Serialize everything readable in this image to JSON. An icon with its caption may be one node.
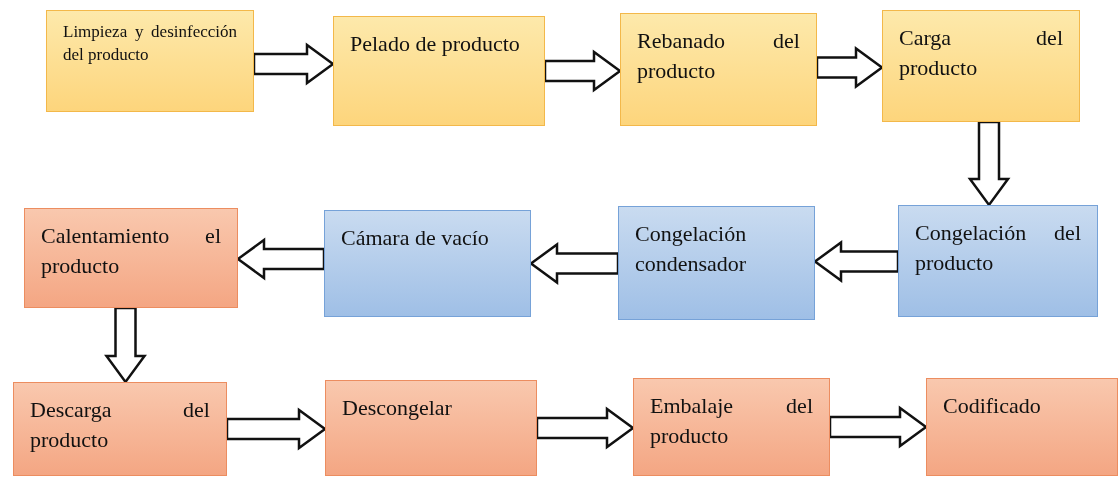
{
  "diagram": {
    "nodes": [
      {
        "text": [
          "Limpieza y desinfección del producto"
        ]
      },
      {
        "text": [
          "Pelado de producto"
        ]
      },
      {
        "text": [
          "Rebanado del producto"
        ]
      },
      {
        "text": [
          "Carga del producto"
        ]
      },
      {
        "text": [
          "Congelación del producto"
        ]
      },
      {
        "text": [
          "Congelación condensador"
        ]
      },
      {
        "text": [
          "Cámara de vacío"
        ]
      },
      {
        "text": [
          "Calentamiento el producto"
        ]
      },
      {
        "text": [
          "Descarga del producto"
        ]
      },
      {
        "text": [
          "Descongelar"
        ]
      },
      {
        "text": [
          "Embalaje del producto"
        ]
      },
      {
        "text": [
          "Codificado"
        ]
      }
    ],
    "edges": [
      {
        "from": 0,
        "to": 1,
        "arrow": "to"
      },
      {
        "from": 1,
        "to": 2,
        "arrow": "to"
      },
      {
        "from": 2,
        "to": 3,
        "arrow": "to"
      },
      {
        "from": 3,
        "to": 4,
        "arrow": "to"
      },
      {
        "from": 4,
        "to": 5,
        "arrow": "to"
      },
      {
        "from": 5,
        "to": 6,
        "arrow": "to"
      },
      {
        "from": 6,
        "to": 7,
        "arrow": "to"
      },
      {
        "from": 7,
        "to": 8,
        "arrow": "to"
      },
      {
        "from": 8,
        "to": 9,
        "arrow": "to"
      },
      {
        "from": 9,
        "to": 10,
        "arrow": "to"
      },
      {
        "from": 10,
        "to": 11,
        "arrow": "to"
      }
    ]
  }
}
